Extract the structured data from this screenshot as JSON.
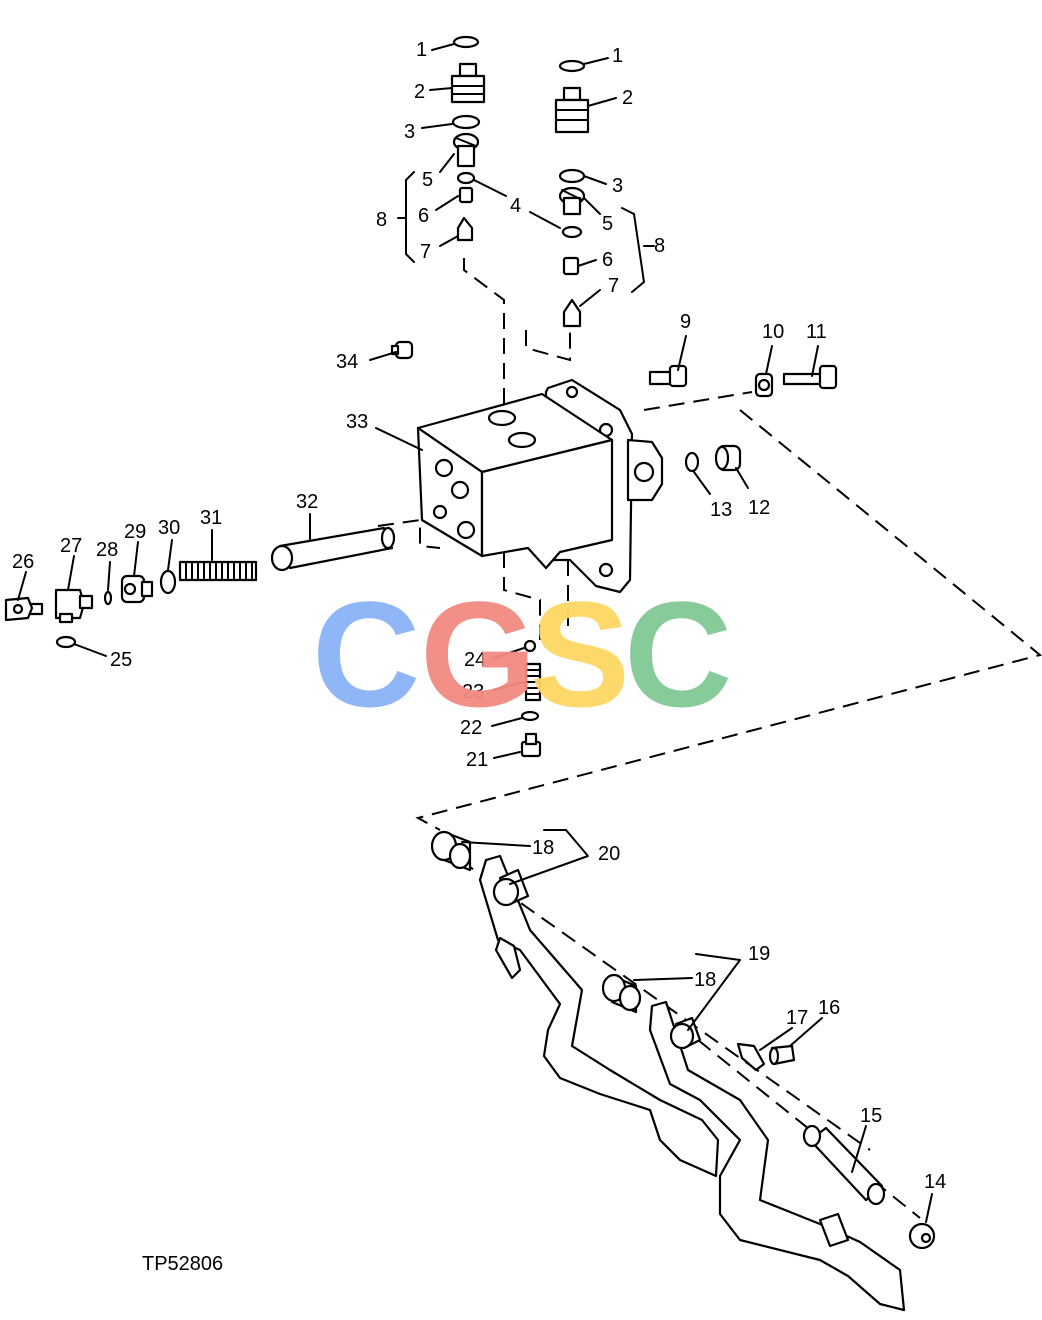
{
  "figure_id": "TP52806",
  "watermark": {
    "letters": [
      "C",
      "G",
      "S",
      "C"
    ],
    "colors": [
      "#8ab4f8",
      "#f28b82",
      "#fdd663",
      "#81c995"
    ]
  },
  "callouts": {
    "c1a": "1",
    "c1b": "1",
    "c2a": "2",
    "c2b": "2",
    "c3a": "3",
    "c3b": "3",
    "c4": "4",
    "c5a": "5",
    "c5b": "5",
    "c6a": "6",
    "c6b": "6",
    "c7a": "7",
    "c7b": "7",
    "c8a": "8",
    "c8b": "8",
    "c9": "9",
    "c10": "10",
    "c11": "11",
    "c12": "12",
    "c13": "13",
    "c14": "14",
    "c15": "15",
    "c16": "16",
    "c17": "17",
    "c18a": "18",
    "c18b": "18",
    "c19": "19",
    "c20": "20",
    "c21": "21",
    "c22": "22",
    "c23": "23",
    "c24": "24",
    "c25": "25",
    "c26": "26",
    "c27": "27",
    "c28": "28",
    "c29": "29",
    "c30": "30",
    "c31": "31",
    "c32": "32",
    "c33": "33",
    "c34": "34"
  }
}
